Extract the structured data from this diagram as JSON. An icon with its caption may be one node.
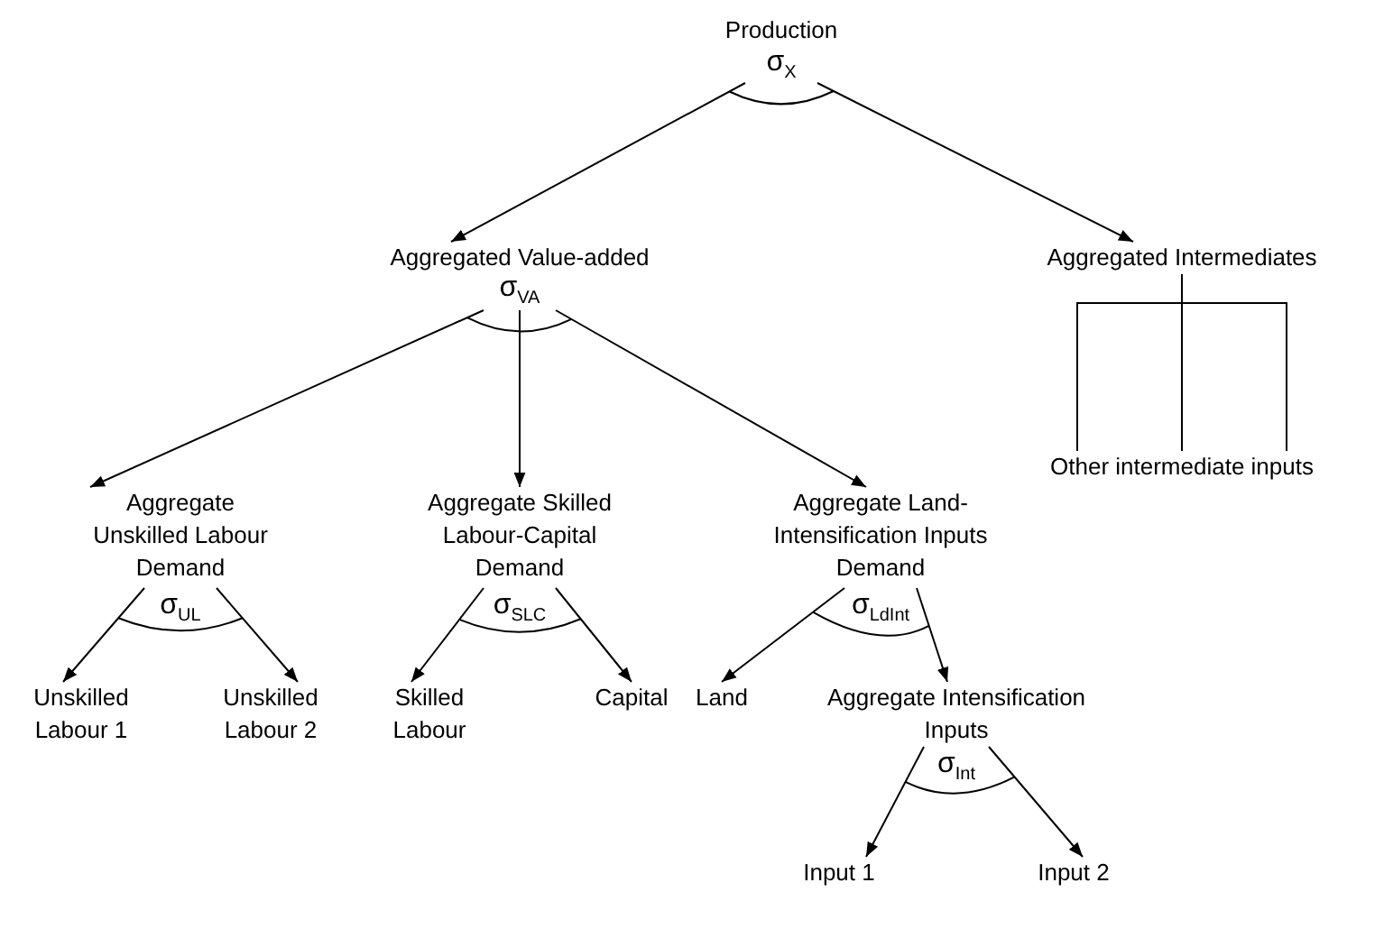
{
  "diagram": {
    "nodes": [
      {
        "text": [
          "Production"
        ]
      },
      {
        "text": [
          "Aggregated Value-added"
        ]
      },
      {
        "text": [
          "Aggregated Intermediates"
        ]
      },
      {
        "text": [
          "Other intermediate inputs"
        ]
      },
      {
        "text": [
          "Aggregate Unskilled Labour Demand"
        ]
      },
      {
        "text": [
          "Aggregate Skilled Labour-Capital Demand"
        ]
      },
      {
        "text": [
          "Aggregate Land-Intensification Inputs Demand"
        ]
      },
      {
        "text": [
          "Unskilled Labour 1"
        ]
      },
      {
        "text": [
          "Unskilled Labour 2"
        ]
      },
      {
        "text": [
          "Skilled Labour"
        ]
      },
      {
        "text": [
          "Capital"
        ]
      },
      {
        "text": [
          "Land"
        ]
      },
      {
        "text": [
          "Aggregate Intensification Inputs"
        ]
      },
      {
        "text": [
          "Input 1"
        ]
      },
      {
        "text": [
          "Input 2"
        ]
      }
    ],
    "edges": [
      {
        "from": 0,
        "to": 1,
        "arrow": "to"
      },
      {
        "from": 0,
        "to": 2,
        "arrow": "to"
      },
      {
        "from": 1,
        "to": 4,
        "arrow": "to"
      },
      {
        "from": 1,
        "to": 5,
        "arrow": "to"
      },
      {
        "from": 1,
        "to": 6,
        "arrow": "to"
      },
      {
        "from": 2,
        "to": 3,
        "arrow": "none"
      },
      {
        "from": 4,
        "to": 7,
        "arrow": "to"
      },
      {
        "from": 4,
        "to": 8,
        "arrow": "to"
      },
      {
        "from": 5,
        "to": 9,
        "arrow": "to"
      },
      {
        "from": 5,
        "to": 10,
        "arrow": "to"
      },
      {
        "from": 6,
        "to": 11,
        "arrow": "to"
      },
      {
        "from": 6,
        "to": 12,
        "arrow": "to"
      },
      {
        "from": 12,
        "to": 13,
        "arrow": "to"
      },
      {
        "from": 12,
        "to": 14,
        "arrow": "to"
      }
    ],
    "labels": [
      "σ$_{X}$",
      "σ$_{VA}$",
      "σ$_{UL}$",
      "σ$_{SLC}$",
      "σ$_{LdInt}$",
      "σ$_{Int}$"
    ]
  }
}
